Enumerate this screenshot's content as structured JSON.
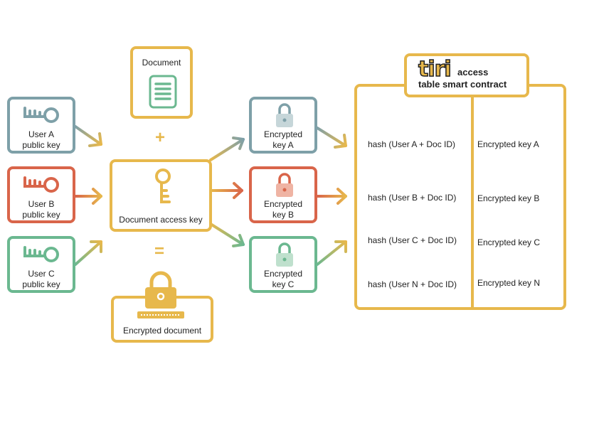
{
  "colors": {
    "yellow": "#e7b84c",
    "blue_gray": "#7ea0a8",
    "red": "#d9654a",
    "green": "#6bb890"
  },
  "users": [
    {
      "line1": "User A",
      "line2": "public key",
      "icon": "key-icon"
    },
    {
      "line1": "User B",
      "line2": "public key",
      "icon": "key-icon"
    },
    {
      "line1": "User C",
      "line2": "public key",
      "icon": "key-icon"
    }
  ],
  "document": {
    "label": "Document",
    "icon": "document-icon"
  },
  "plus": "+",
  "access_key": {
    "label": "Document access key",
    "icon": "key-icon"
  },
  "equals": "=",
  "encrypted_document": {
    "label": "Encrypted document",
    "icon": "lock-icon"
  },
  "encrypted_keys": [
    {
      "line1": "Encrypted",
      "line2": "key A",
      "icon": "lock-icon"
    },
    {
      "line1": "Encrypted",
      "line2": "key B",
      "icon": "lock-icon"
    },
    {
      "line1": "Encrypted",
      "line2": "key C",
      "icon": "lock-icon"
    }
  ],
  "contract": {
    "logo_text": "tiri",
    "title_line1": "access",
    "title_line2": "table smart contract",
    "rows": [
      {
        "hash": "hash (User A + Doc ID)",
        "key": "Encrypted key A"
      },
      {
        "hash": "hash (User B + Doc ID)",
        "key": "Encrypted key B"
      },
      {
        "hash": "hash (User C + Doc ID)",
        "key": "Encrypted key C"
      },
      {
        "hash": "hash (User N + Doc ID)",
        "key": "Encrypted key N"
      }
    ]
  }
}
